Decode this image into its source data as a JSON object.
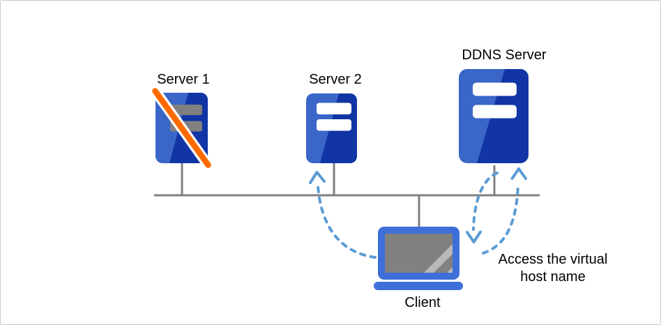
{
  "nodes": {
    "server1": {
      "label": "Server 1",
      "icon": "server-icon-crossed-out",
      "status": "unavailable"
    },
    "server2": {
      "label": "Server 2",
      "icon": "server-icon"
    },
    "ddns_server": {
      "label": "DDNS Server",
      "icon": "server-icon-large"
    },
    "client": {
      "label": "Client",
      "icon": "laptop-icon"
    }
  },
  "annotation": {
    "text": "Access the virtual host name",
    "lines": [
      "Access the virtual",
      "host name"
    ]
  },
  "connections": [
    {
      "name": "network-bus",
      "style": "solid-gray",
      "links": [
        "server1",
        "server2",
        "client",
        "ddns_server"
      ]
    },
    {
      "name": "client-to-server2-arrow",
      "style": "dashed-blue-curved",
      "direction": "up"
    },
    {
      "name": "ddns-to-client-arrow",
      "style": "dashed-blue-curved",
      "direction": "down"
    },
    {
      "name": "client-to-ddns-arrow",
      "style": "dashed-blue-curved",
      "direction": "up"
    }
  ],
  "colors": {
    "server_blue_light": "#3A66C8",
    "server_blue_dark": "#1135A5",
    "offline_slash_orange": "#FF6A00",
    "offline_stripe_gray": "#808080",
    "laptop_blue": "#3E6FD8",
    "screen_gray": "#818181",
    "screen_glare_gray": "#B9B9B9",
    "network_line_gray": "#808080",
    "arrow_dashed_blue": "#5B9BD5",
    "background": "#FFFFFF",
    "border": "#C9C9C9"
  }
}
